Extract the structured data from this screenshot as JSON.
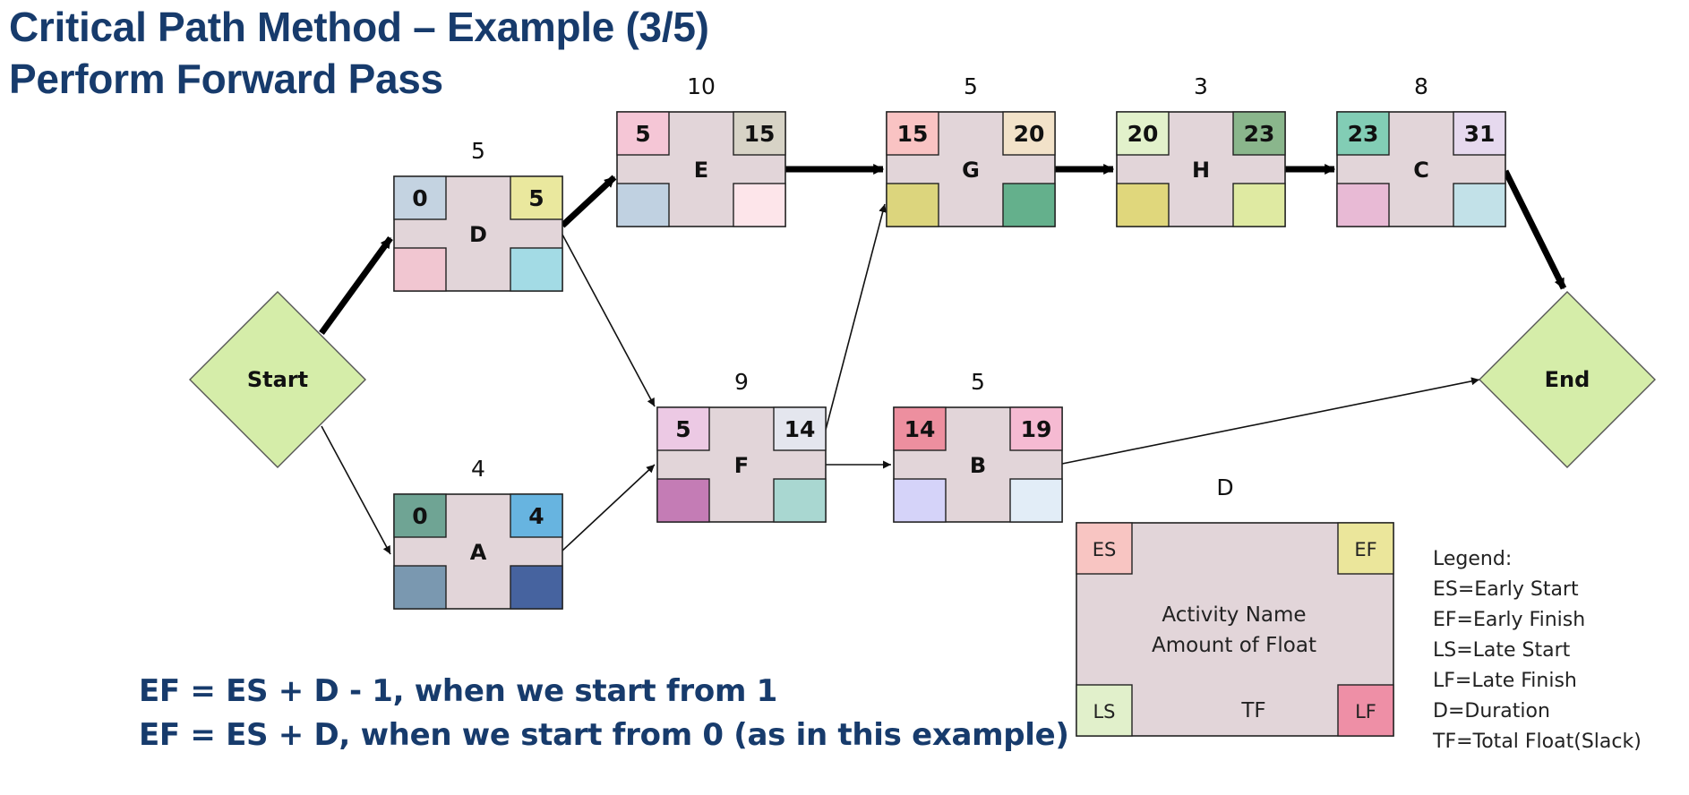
{
  "title": {
    "line1": "Critical Path Method – Example (3/5)",
    "line2": "Perform Forward Pass"
  },
  "terminals": {
    "start": "Start",
    "end": "End"
  },
  "nodes": [
    {
      "id": "D",
      "name": "D",
      "duration": "5",
      "es": "0",
      "ef": "5",
      "colors": {
        "es": "#c4d3e1",
        "ef": "#eae89e",
        "ls": "#f1c6d1",
        "lf": "#a3dbe5"
      }
    },
    {
      "id": "A",
      "name": "A",
      "duration": "4",
      "es": "0",
      "ef": "4",
      "colors": {
        "es": "#6fa494",
        "ef": "#67b4e0",
        "ls": "#7a98b0",
        "lf": "#46639f"
      }
    },
    {
      "id": "E",
      "name": "E",
      "duration": "10",
      "es": "5",
      "ef": "15",
      "colors": {
        "es": "#f5c6d6",
        "ef": "#d7d3c6",
        "ls": "#c0d1e1",
        "lf": "#fde5ea"
      }
    },
    {
      "id": "F",
      "name": "F",
      "duration": "9",
      "es": "5",
      "ef": "14",
      "colors": {
        "es": "#ecc9e4",
        "ef": "#e4e6ee",
        "ls": "#c47cb5",
        "lf": "#a9d7d1"
      }
    },
    {
      "id": "G",
      "name": "G",
      "duration": "5",
      "es": "15",
      "ef": "20",
      "colors": {
        "es": "#f9c3c3",
        "ef": "#f2e2c9",
        "ls": "#dcd57d",
        "lf": "#64b08c"
      }
    },
    {
      "id": "B",
      "name": "B",
      "duration": "5",
      "es": "14",
      "ef": "19",
      "colors": {
        "es": "#ed8f9f",
        "ef": "#f5bad2",
        "ls": "#d5d3f9",
        "lf": "#e2edf7"
      }
    },
    {
      "id": "H",
      "name": "H",
      "duration": "3",
      "es": "20",
      "ef": "23",
      "colors": {
        "es": "#e2f1cb",
        "ef": "#8ab68c",
        "ls": "#e0d77c",
        "lf": "#dfeaa2"
      }
    },
    {
      "id": "C",
      "name": "C",
      "duration": "8",
      "es": "23",
      "ef": "31",
      "colors": {
        "es": "#82cdb5",
        "ef": "#e6d9ee",
        "ls": "#e8bad5",
        "lf": "#c2e1e8"
      }
    }
  ],
  "legend_node": {
    "duration_label": "D",
    "es": "ES",
    "ef": "EF",
    "ls": "LS",
    "lf": "LF",
    "tf": "TF",
    "line1": "Activity Name",
    "line2": "Amount of Float",
    "colors": {
      "es": "#f8c5c2",
      "ef": "#ebe69b",
      "ls": "#e1f0cb",
      "lf": "#ee8fa6"
    }
  },
  "legend_list": [
    "Legend:",
    "ES=Early Start",
    "EF=Early Finish",
    "LS=Late Start",
    "LF=Late Finish",
    "D=Duration",
    "TF=Total Float(Slack)"
  ],
  "formulas": [
    "EF = ES + D - 1, when we start from 1",
    "EF = ES + D, when we start from 0 (as in this example)"
  ],
  "edges": [
    {
      "from": "Start",
      "to": "D",
      "critical": true
    },
    {
      "from": "Start",
      "to": "A",
      "critical": false
    },
    {
      "from": "D",
      "to": "E",
      "critical": true
    },
    {
      "from": "D",
      "to": "F",
      "critical": false
    },
    {
      "from": "A",
      "to": "F",
      "critical": false
    },
    {
      "from": "E",
      "to": "G",
      "critical": true
    },
    {
      "from": "F",
      "to": "G",
      "critical": false
    },
    {
      "from": "F",
      "to": "B",
      "critical": false
    },
    {
      "from": "G",
      "to": "H",
      "critical": true
    },
    {
      "from": "H",
      "to": "C",
      "critical": true
    },
    {
      "from": "C",
      "to": "End",
      "critical": true
    },
    {
      "from": "B",
      "to": "End",
      "critical": false
    }
  ]
}
